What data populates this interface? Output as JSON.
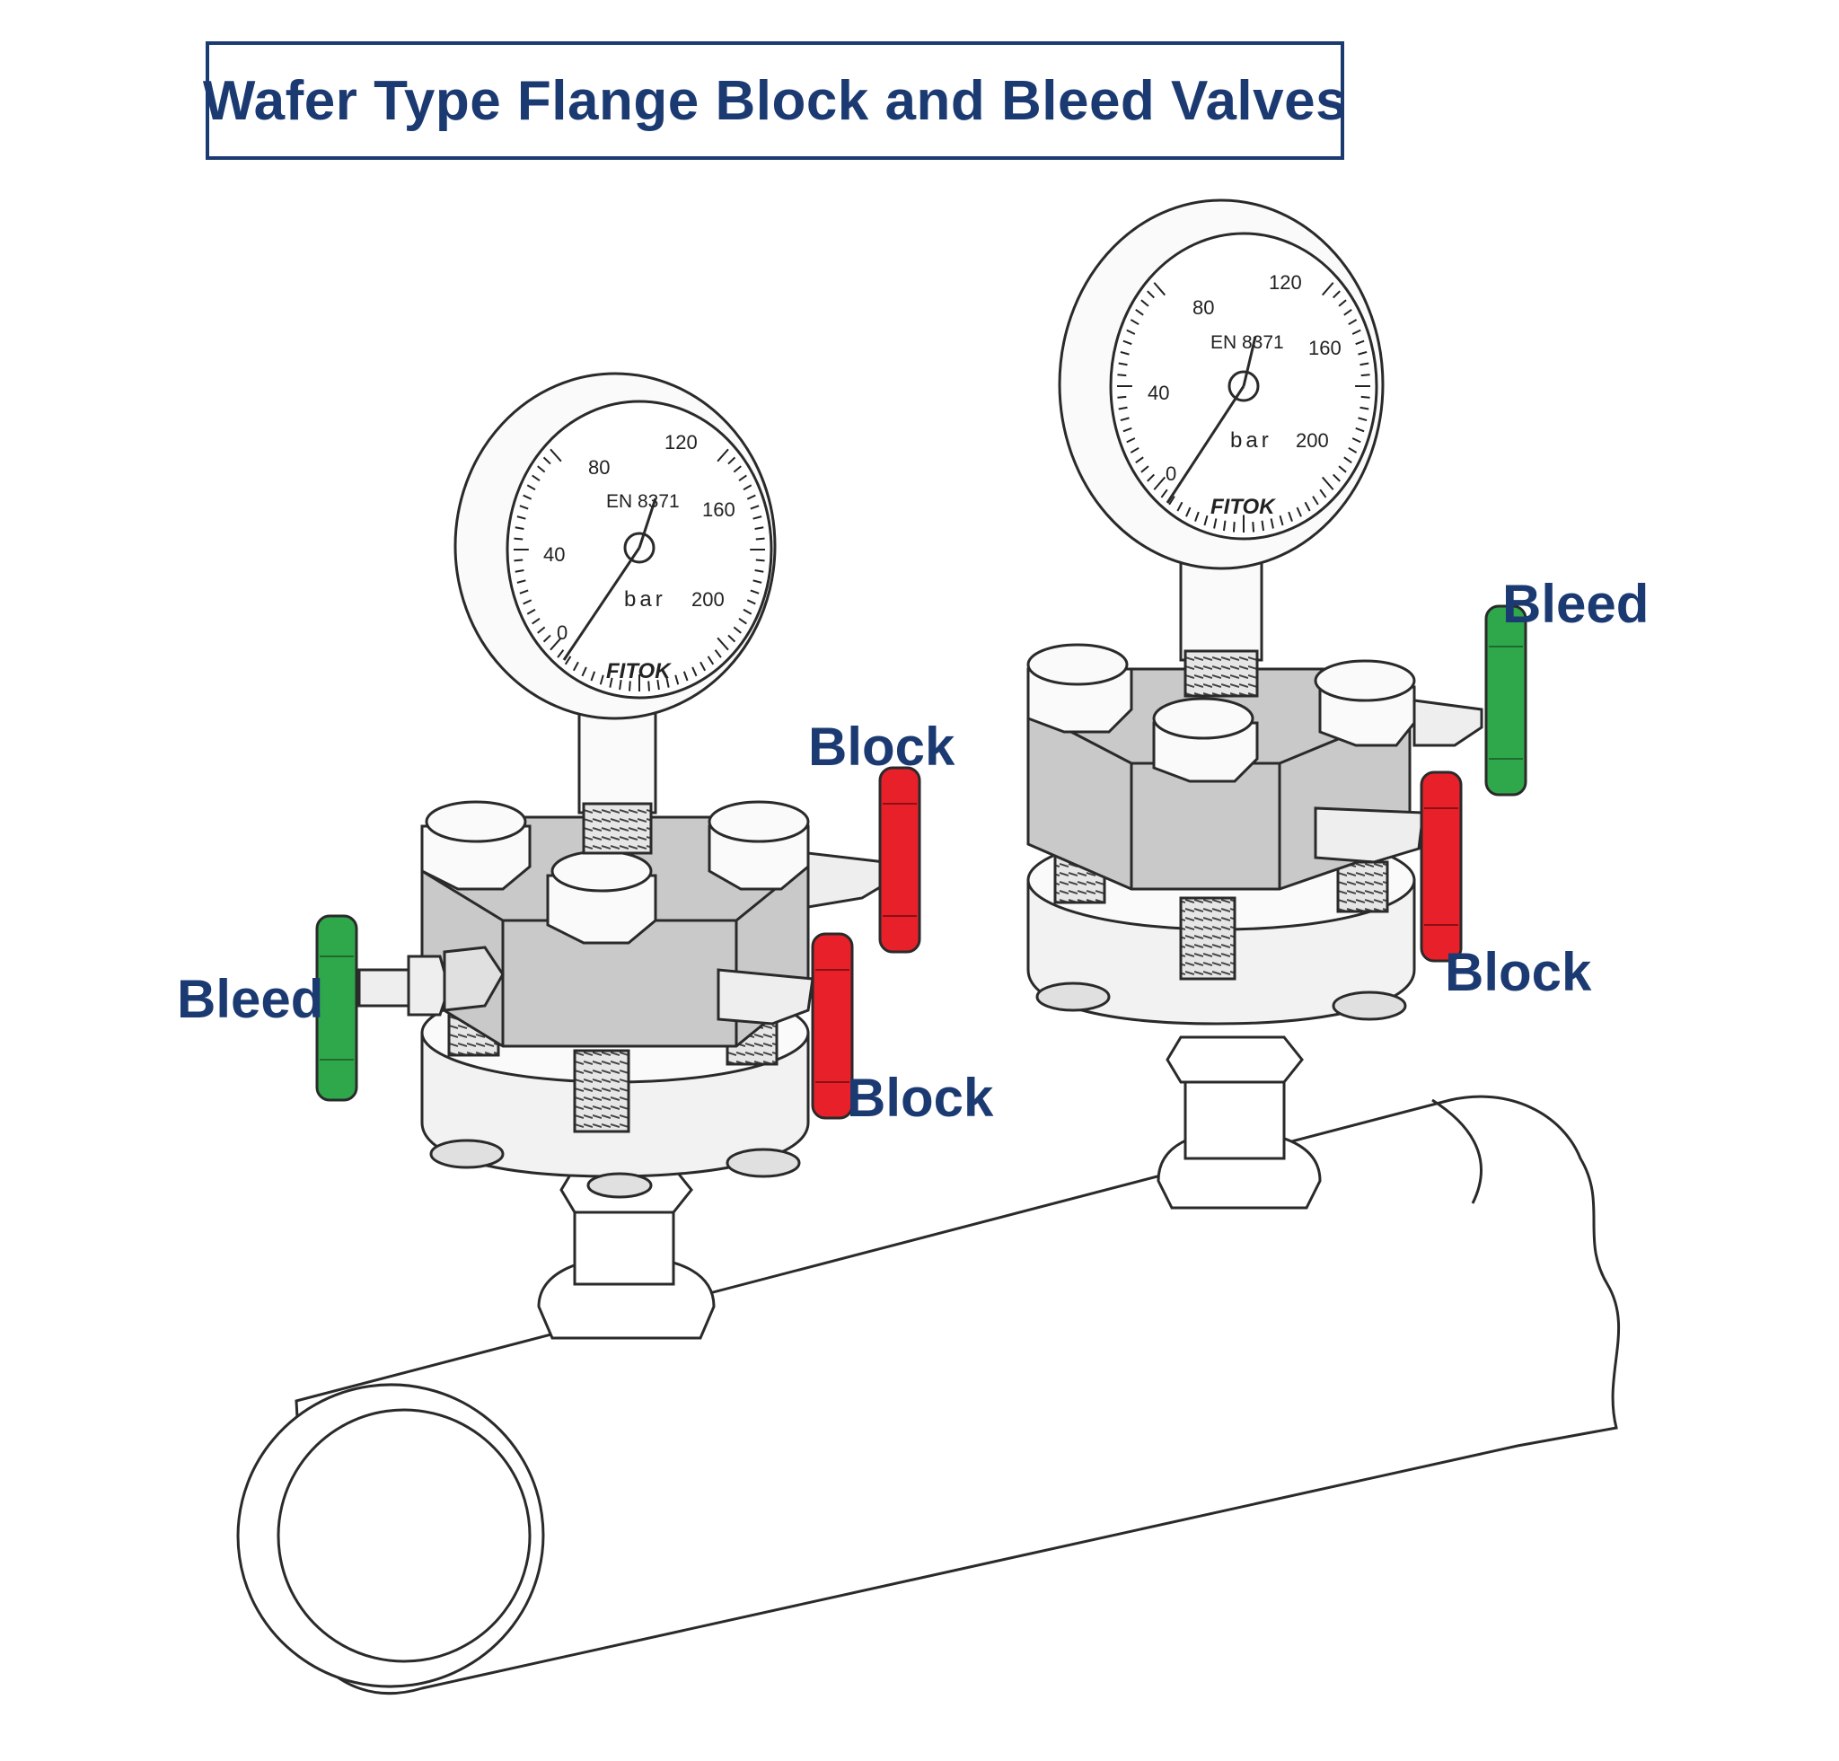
{
  "title": "Wafer Type Flange Block and Bleed Valves",
  "labels": {
    "left_bleed": "Bleed",
    "left_block_upper": "Block",
    "left_block_lower": "Block",
    "right_bleed": "Bleed",
    "right_block": "Block"
  },
  "gauge": {
    "ticks": [
      "0",
      "40",
      "80",
      "120",
      "160",
      "200"
    ],
    "unit": "bar",
    "standard": "EN 8371",
    "brand": "FITOK"
  },
  "colors": {
    "title": "#1c3a72",
    "block_handle": "#e8202a",
    "bleed_handle": "#2ea84a",
    "valve_body": "#c9c9c9",
    "outline": "#2a2a2a"
  }
}
